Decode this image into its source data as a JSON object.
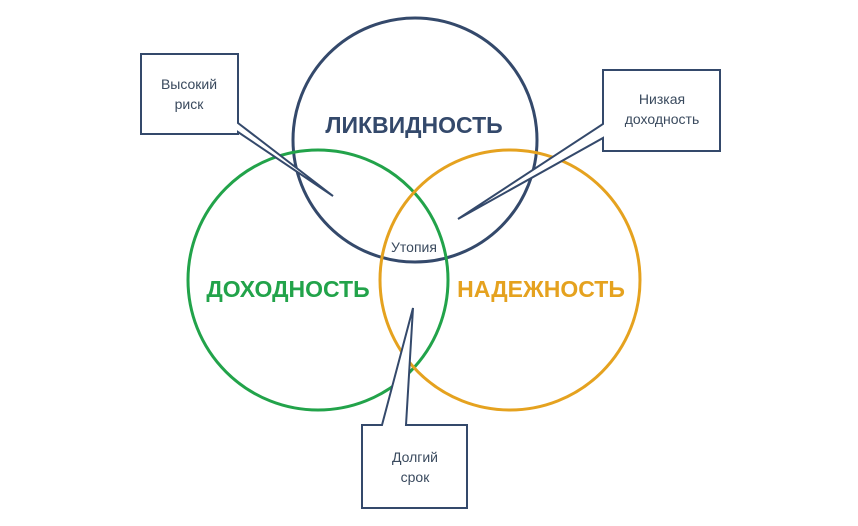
{
  "colors": {
    "liquidity": "#34496b",
    "profitability": "#22a34a",
    "reliability": "#e5a21f",
    "callout_border": "#34496b",
    "text": "#3a4a5e"
  },
  "circles": {
    "liquidity": {
      "label": "ЛИКВИДНОСТЬ"
    },
    "profitability": {
      "label": "ДОХОДНОСТЬ"
    },
    "reliability": {
      "label": "НАДЕЖНОСТЬ"
    }
  },
  "center_label": "Утопия",
  "callouts": {
    "high_risk": {
      "line1": "Высокий",
      "line2": "риск"
    },
    "low_yield": {
      "line1": "Низкая",
      "line2": "доходность"
    },
    "long_term": {
      "line1": "Долгий",
      "line2": "срок"
    }
  }
}
